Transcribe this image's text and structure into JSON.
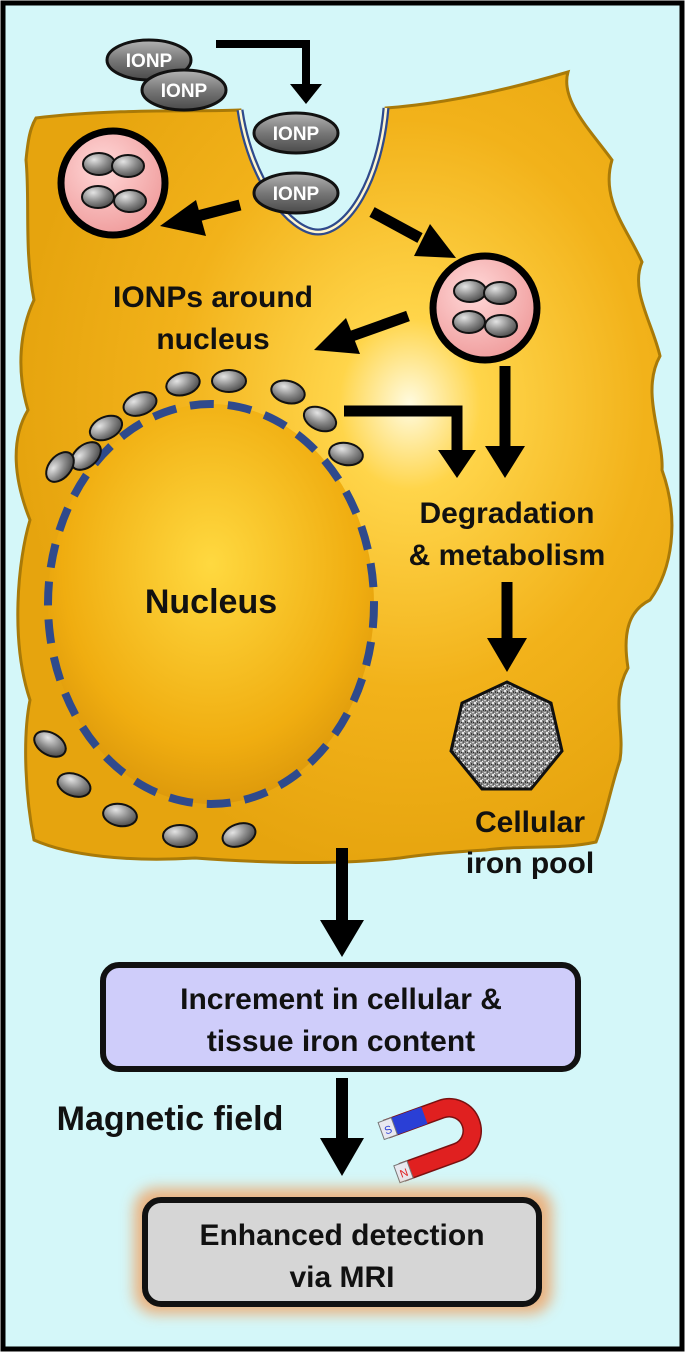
{
  "diagram": {
    "nanoparticle_label": "IONP",
    "labels": {
      "ionps_around_nucleus": [
        "IONPs around",
        "nucleus"
      ],
      "nucleus": "Nucleus",
      "degradation": [
        "Degradation",
        "& metabolism"
      ],
      "iron_pool": [
        "Cellular",
        "iron pool"
      ],
      "magnetic_field": "Magnetic field"
    },
    "boxes": {
      "increment": [
        "Increment in cellular &",
        "tissue iron content"
      ],
      "enhanced": [
        "Enhanced detection",
        "via MRI"
      ]
    },
    "magnet_poles": {
      "south": "S",
      "north": "N"
    },
    "colors": {
      "background": "#d4f7f9",
      "cell": "#f0b41e",
      "cell_edge": "#b07c0a",
      "nucleus": "#f0b010",
      "nuclear_envelope": "#2f4a8c",
      "vesicle": "#f6b2b2",
      "increment_box": "#cfcdfa",
      "enhanced_box": "#d6d6d6",
      "magnet_south": "#2a3fd6",
      "magnet_north": "#e02020"
    }
  }
}
